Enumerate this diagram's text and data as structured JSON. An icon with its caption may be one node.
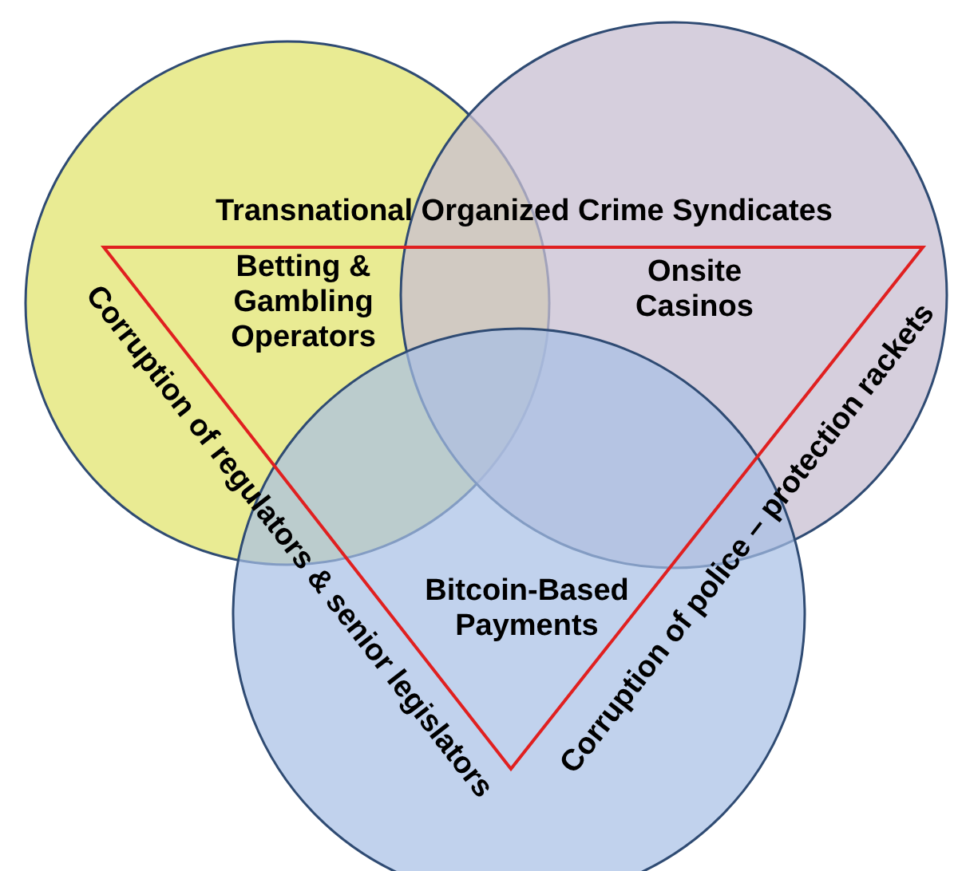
{
  "diagram": {
    "nodes": [
      {
        "text": [
          "Betting & Gambling Operators"
        ]
      },
      {
        "text": [
          "Onsite Casinos"
        ]
      },
      {
        "text": [
          "Bitcoin-Based Payments"
        ]
      }
    ],
    "labels": [
      "Transnational Organized Crime Syndicates",
      "Corruption of regulators & senior legislators",
      "Corruption of police – protection rackets"
    ]
  }
}
